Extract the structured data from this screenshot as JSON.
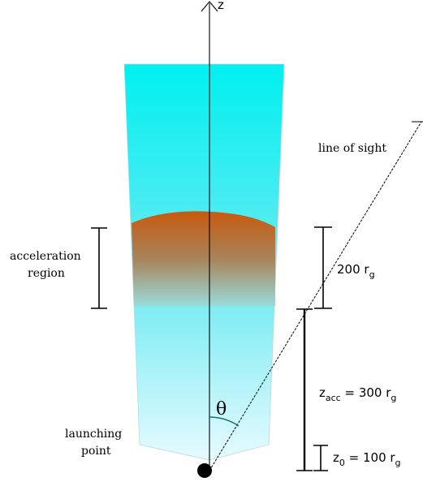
{
  "axis": {
    "label": "z"
  },
  "labels": {
    "line_of_sight": "line of sight",
    "acceleration_region_line1": "acceleration",
    "acceleration_region_line2": "region",
    "launching_point_line1": "launching",
    "launching_point_line2": "point",
    "angle": "θ"
  },
  "dimensions": {
    "region_height": {
      "value": "200 r",
      "sub": "g"
    },
    "z_acc": {
      "prefix": "z",
      "prefix_sub": "acc",
      "value": " = 300 r",
      "sub": "g"
    },
    "z0": {
      "prefix": "z",
      "prefix_sub": "0",
      "value": " = 100 r",
      "sub": "g"
    }
  },
  "colors": {
    "jet_top": "#00f0f0",
    "jet_bottom": "#e6fbff",
    "region_top": "#c85a10",
    "region_bottom": "#9adcdc",
    "line": "#000000"
  }
}
